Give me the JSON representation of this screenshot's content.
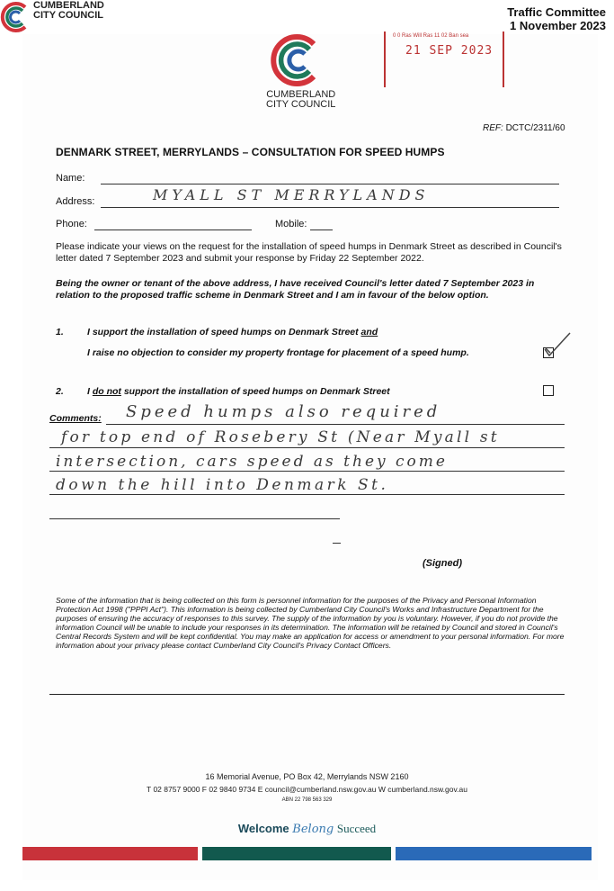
{
  "header": {
    "council_line1": "CUMBERLAND",
    "council_line2": "CITY COUNCIL",
    "committee": "Traffic Committee",
    "date": "1 November 2023"
  },
  "stamp": {
    "text": "0 0 Ras Will Ras 11 02 Ban sea",
    "date": "21 SEP 2023"
  },
  "letterhead": {
    "line1": "CUMBERLAND",
    "line2": "CITY COUNCIL"
  },
  "ref": {
    "label": "REF:",
    "value": "DCTC/2311/60"
  },
  "form": {
    "title": "DENMARK STREET, MERRYLANDS – CONSULTATION FOR SPEED HUMPS",
    "name_label": "Name:",
    "address_label": "Address:",
    "address_value": "MYALL ST MERRYLANDS",
    "phone_label": "Phone:",
    "mobile_label": "Mobile:",
    "instructions": "Please indicate your views on the request for the installation of speed humps in Denmark Street as described in Council's letter dated 7 September 2023 and submit your response by Friday 22 September 2022.",
    "declaration": "Being the owner or tenant of the above address, I have received Council's letter dated 7 September 2023 in relation to the proposed traffic scheme in Denmark Street and I am in favour of the below option.",
    "option1_num": "1.",
    "option1_text": "I support the installation of speed humps on Denmark Street",
    "option1_and": "and",
    "option1_line2": "I raise no objection to consider my property frontage for placement of a speed hump.",
    "option1_checked": true,
    "option2_num": "2.",
    "option2_pre": "I",
    "option2_not": "do not",
    "option2_post": "support the installation of speed humps on Denmark Street",
    "option2_checked": false,
    "comments_label": "Comments:",
    "comment_line1": "Speed humps also required",
    "comment_line2": "for top end of Rosebery St (Near Myall st",
    "comment_line3": "intersection, cars speed as they come",
    "comment_line4": "down the hill into Denmark St.",
    "signed_label": "(Signed)"
  },
  "privacy": "Some of the information that is being collected on this form is personnel information for the purposes of the Privacy and Personal Information Protection Act 1998 (\"PPPI Act\"). This information is being collected by Cumberland City Council's Works and Infrastructure Department for the purposes of ensuring the accuracy of responses to this survey. The supply of the information by you is voluntary. However, if you do not provide the information Council will be unable to include your responses in its determination. The information will be retained by Council and stored in Council's Central Records System and will be kept confidential. You may make an application for access or amendment to your personal information. For more information about your privacy please contact Cumberland City Council's Privacy Contact Officers.",
  "footer": {
    "address": "16 Memorial Avenue, PO Box 42, Merrylands NSW 2160",
    "contacts": "T 02 8757 9000   F 02 9840 9734   E council@cumberland.nsw.gov.au   W cumberland.nsw.gov.au",
    "abn": "ABN 22 798 563 329",
    "slogan_welcome": "Welcome",
    "slogan_belong": "Belong",
    "slogan_succeed": "Succeed"
  },
  "colors": {
    "bar_red": "#c8323a",
    "bar_green": "#12594e",
    "bar_blue": "#2a6ab8",
    "logo_red": "#d3343b",
    "logo_green": "#1f7a5a",
    "logo_blue": "#2b5fa8"
  }
}
